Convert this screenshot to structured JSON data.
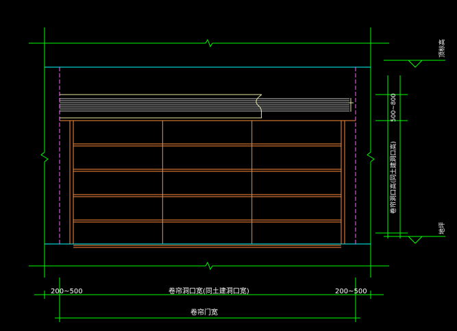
{
  "colors": {
    "background": "#000000",
    "dimension": "#00ff00",
    "opening": "#00ffff",
    "door_frame": "#ff8c3c",
    "roller": "#e6e6a0",
    "roller_lines": "#ffffff",
    "hidden_edge": "#ff66ff",
    "text": "#ffffff"
  },
  "labels": {
    "left_clearance": "200~500",
    "right_clearance": "200~500",
    "opening_width": "卷帘洞口宽(同土建洞口宽)",
    "door_width": "卷帘门宽",
    "roller_box_height": "500~800",
    "opening_height": "卷帘洞口高(同土建洞口高)",
    "top_level": "顶标高",
    "floor_level": "地坪"
  },
  "door": {
    "columns": 3,
    "rows": 5,
    "roller_lines": 7
  }
}
